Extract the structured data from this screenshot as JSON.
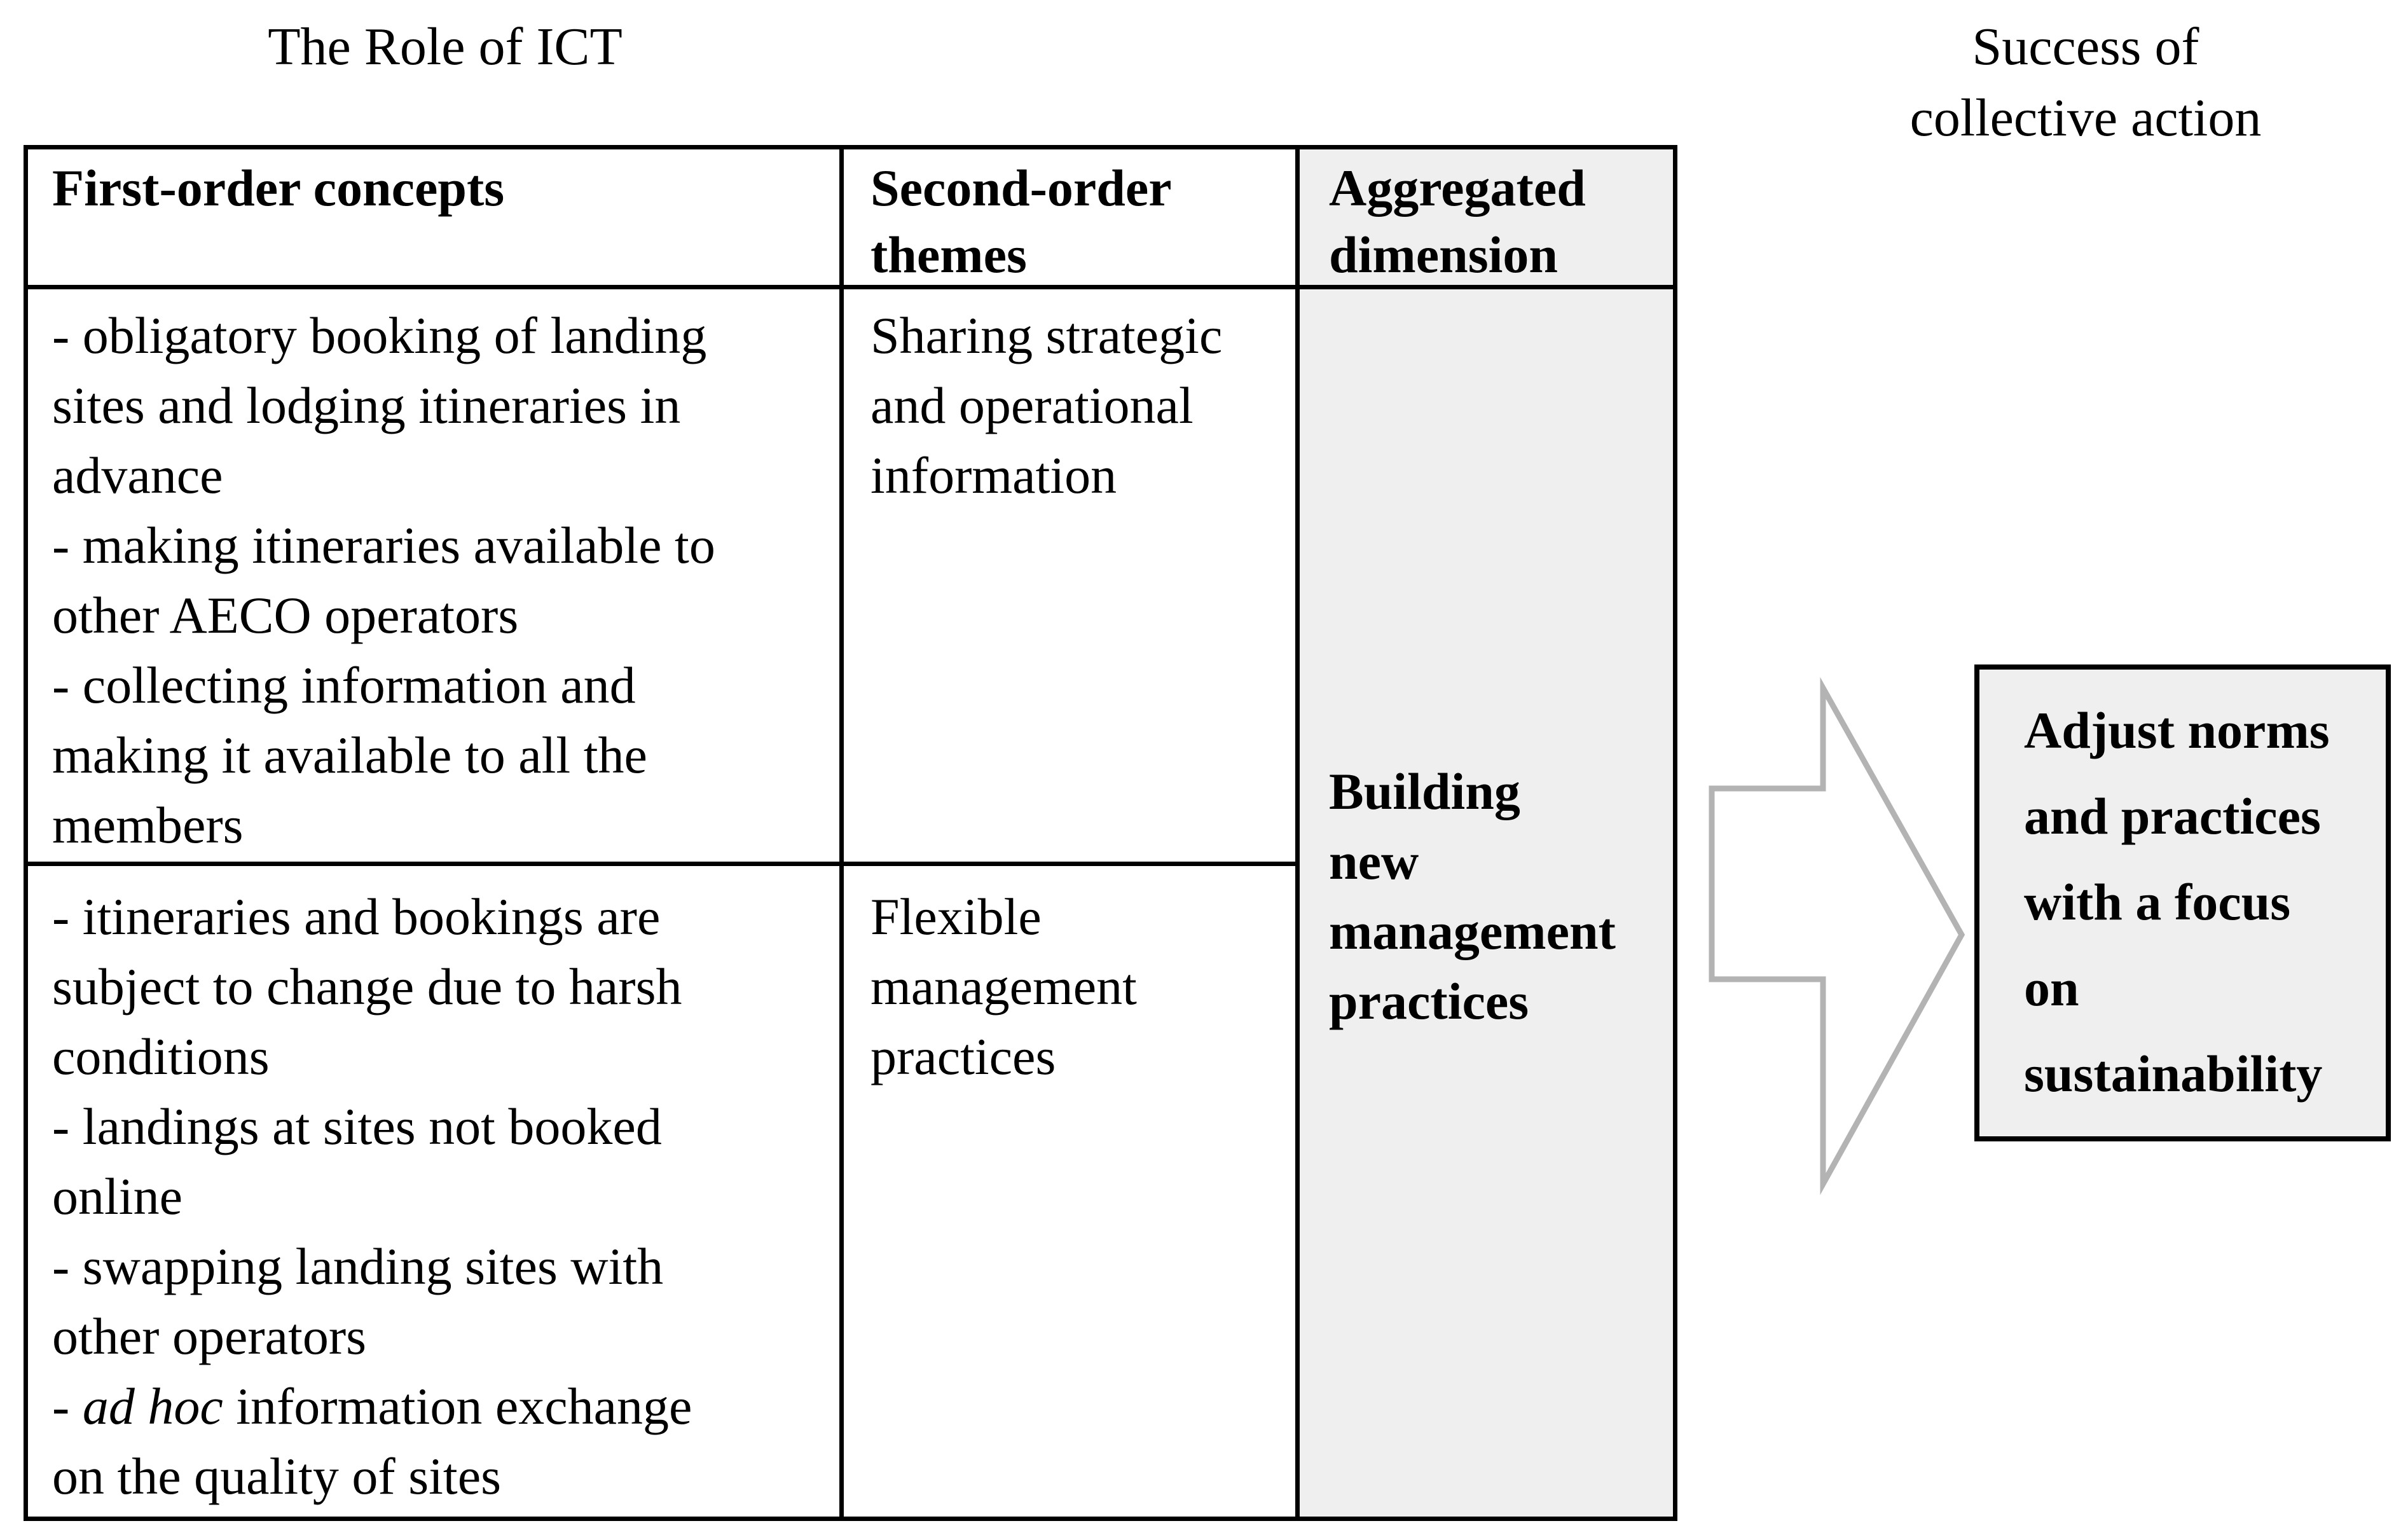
{
  "titles": {
    "left": "The Role of ICT",
    "right_lines": [
      "Success of",
      "collective action"
    ]
  },
  "table": {
    "headers": {
      "col1": "First-order concepts",
      "col2_lines": [
        "Second-order",
        "themes"
      ],
      "col3_lines": [
        "Aggregated",
        "dimension"
      ]
    },
    "row1": {
      "col1_lines": [
        "- obligatory booking of landing",
        "sites and lodging itineraries in",
        "advance",
        "- making itineraries available to",
        "other AECO operators",
        "- collecting information and",
        "making it available to all the",
        "members"
      ],
      "col2_lines": [
        "Sharing strategic",
        "and operational",
        "information"
      ]
    },
    "row2": {
      "col1_lines": [
        "- itineraries and bookings are",
        "subject to change due to harsh",
        "conditions",
        "- landings at sites not booked",
        "online",
        "- swapping landing sites with",
        "other operators",
        "- *ad hoc* information exchange",
        "on the quality of sites"
      ],
      "col2_lines": [
        "Flexible",
        "management",
        "practices"
      ]
    },
    "col3_lines": [
      "Building",
      "new",
      "management",
      "practices"
    ]
  },
  "outcome_box": {
    "lines": [
      "Adjust norms",
      "and practices",
      "with a focus",
      "on",
      "sustainability"
    ]
  },
  "icons": {
    "arrow": "right-block-arrow"
  },
  "colors": {
    "cell_gray": "#efefef",
    "arrow_gray": "#b3b3b3",
    "arrow_fill": "#ffffff",
    "border_black": "#000000"
  }
}
